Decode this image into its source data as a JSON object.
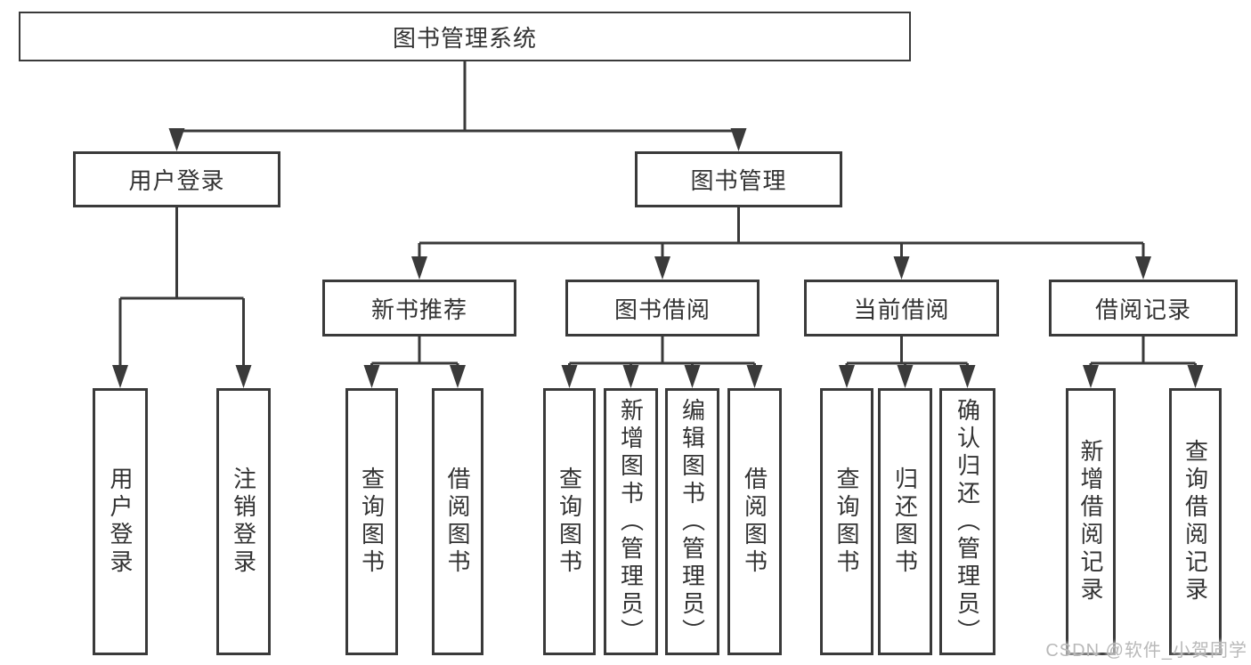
{
  "diagram": {
    "root": {
      "label": "图书管理系统",
      "children": [
        {
          "label": "用户登录",
          "children": [
            {
              "label": "用户登录"
            },
            {
              "label": "注销登录"
            }
          ]
        },
        {
          "label": "图书管理",
          "children": [
            {
              "label": "新书推荐",
              "children": [
                {
                  "label": "查询图书"
                },
                {
                  "label": "借阅图书"
                }
              ]
            },
            {
              "label": "图书借阅",
              "children": [
                {
                  "label": "查询图书"
                },
                {
                  "label": "新增图书（管理员）"
                },
                {
                  "label": "编辑图书（管理员）"
                },
                {
                  "label": "借阅图书"
                }
              ]
            },
            {
              "label": "当前借阅",
              "children": [
                {
                  "label": "查询图书"
                },
                {
                  "label": "归还图书"
                },
                {
                  "label": "确认归还（管理员）"
                }
              ]
            },
            {
              "label": "借阅记录",
              "children": [
                {
                  "label": "新增借阅记录"
                },
                {
                  "label": "查询借阅记录"
                }
              ]
            }
          ]
        }
      ]
    }
  },
  "watermark": "CSDN @软件_小贺同学",
  "colors": {
    "line": "#3a3a3a",
    "text": "#333333",
    "watermark": "#b9b9b9",
    "background": "#ffffff"
  }
}
